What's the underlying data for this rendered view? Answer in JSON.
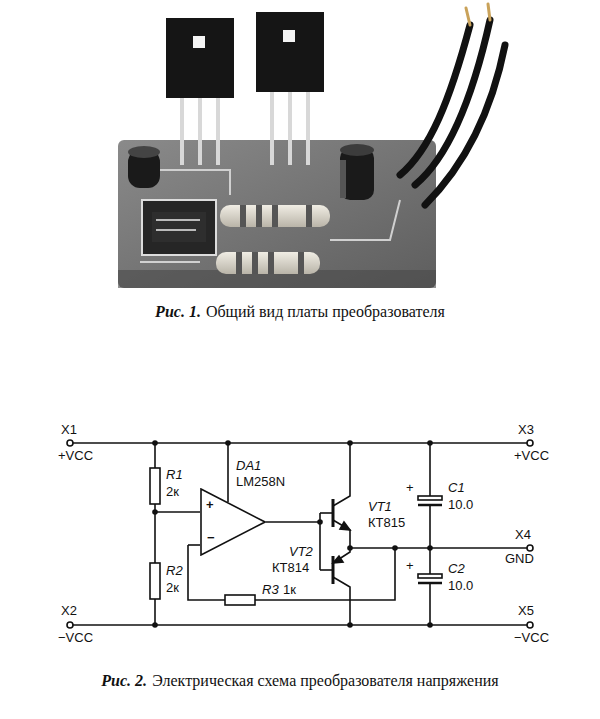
{
  "diagram": {
    "nodes": [
      {
        "text": [
          "+",
          "−"
        ]
      }
    ],
    "labels": [
      "Рис. 1.",
      "Общий вид платы преобразователя",
      "Рис. 2.",
      "Электрическая схема преобразователя напряжения",
      "X1",
      "+VCC",
      "R1",
      "2к",
      "DA1",
      "LM258N",
      "VT1",
      "КТ815",
      "X3",
      "+VCC",
      "+",
      "C1",
      "10.0",
      "X4",
      "GND",
      "VT2",
      "КТ814",
      "R3",
      "1к",
      "R2",
      "2к",
      "X2",
      "−VCC",
      "+",
      "C2",
      "10.0",
      "X5",
      "−VCC"
    ]
  }
}
